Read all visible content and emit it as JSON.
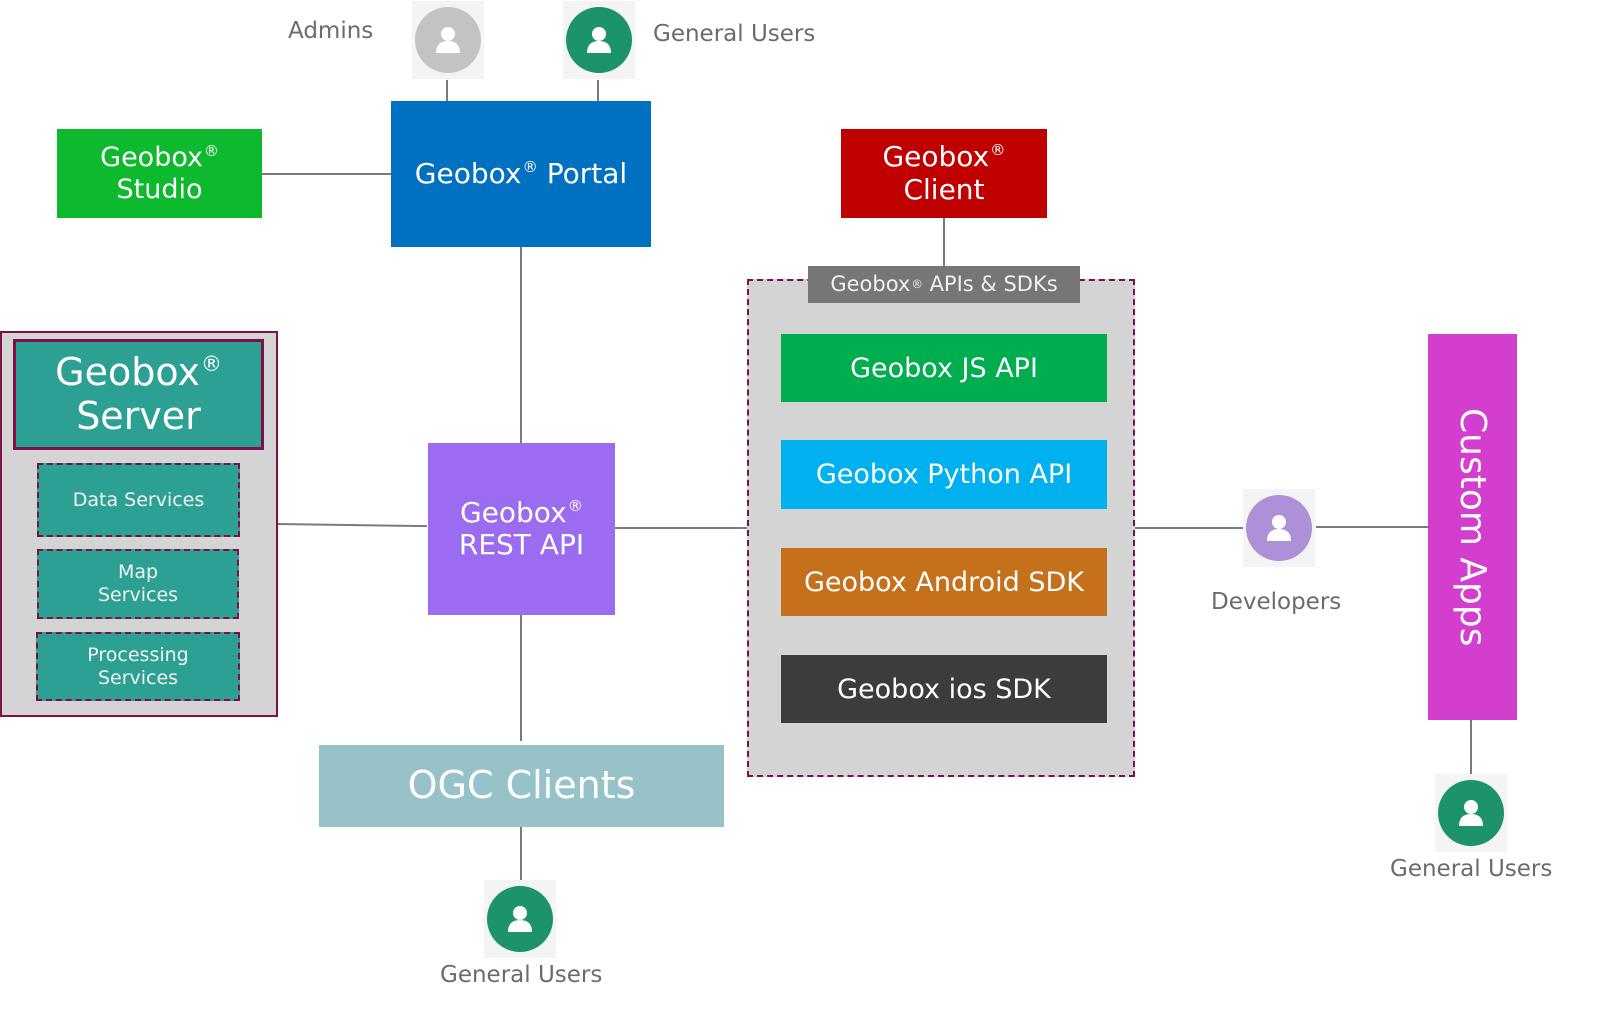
{
  "diagram": {
    "actors": {
      "admins": "Admins",
      "general_users_top": "General Users",
      "developers": "Developers",
      "general_users_bottom": "General Users",
      "general_users_right": "General Users"
    },
    "portal": {
      "line1": "Geobox",
      "reg": "®",
      "line2": " Portal"
    },
    "studio": {
      "line1": "Geobox",
      "reg": "®",
      "line2": "Studio"
    },
    "client": {
      "line1": "Geobox",
      "reg": "®",
      "line2": "Client"
    },
    "server": {
      "title_line1": "Geobox",
      "reg": "®",
      "title_line2": "Server",
      "services": [
        {
          "line1": "Data Services",
          "line2": ""
        },
        {
          "line1": "Map",
          "line2": "Services"
        },
        {
          "line1": "Processing",
          "line2": "Services"
        }
      ]
    },
    "rest_api": {
      "line1": "Geobox",
      "reg": "®",
      "line2": "REST API"
    },
    "apis_sdks": {
      "header_prefix": "Geobox",
      "reg": "®",
      "header_suffix": " APIs & SDKs",
      "items": [
        {
          "label": "Geobox JS API",
          "color": "#00ad4f"
        },
        {
          "label": "Geobox Python API",
          "color": "#00b0ef"
        },
        {
          "label": "Geobox Android SDK",
          "color": "#c5701a"
        },
        {
          "label": "Geobox ios SDK",
          "color": "#3c3c3c"
        }
      ]
    },
    "ogc_clients": "OGC Clients",
    "custom_apps": "Custom Apps",
    "colors": {
      "portal": "#0070c0",
      "studio": "#0dba2d",
      "client": "#c00000",
      "server": "#2ca193",
      "rest_api": "#9b6cf0",
      "ogc": "#97c3c8",
      "custom_apps": "#d43ecf",
      "avatar_admin": "#c3c3c3",
      "avatar_user": "#1d936b",
      "avatar_dev": "#ac90d8",
      "border_accent": "#7d1047"
    }
  }
}
